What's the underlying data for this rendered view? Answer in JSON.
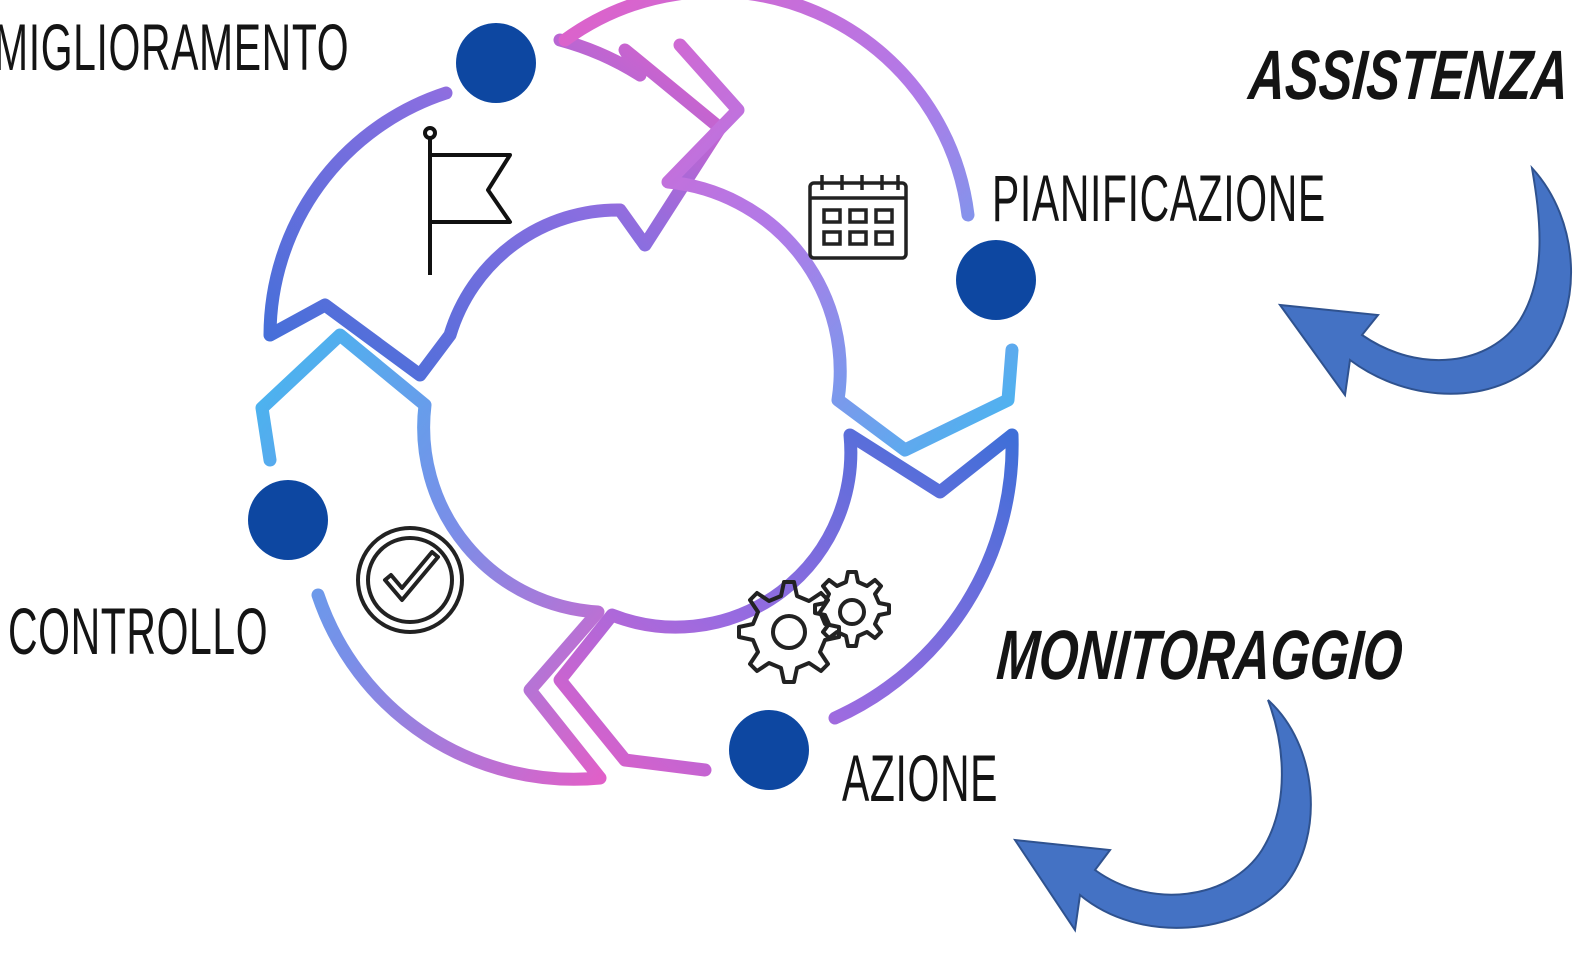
{
  "diagram": {
    "stages": [
      {
        "id": "miglioramento",
        "label": "MIGLIORAMENTO",
        "icon": "flag-icon"
      },
      {
        "id": "pianificazione",
        "label": "PIANIFICAZIONE",
        "icon": "calendar-icon"
      },
      {
        "id": "azione",
        "label": "AZIONE",
        "icon": "gears-icon"
      },
      {
        "id": "controllo",
        "label": "CONTROLLO",
        "icon": "check-circle-icon"
      }
    ],
    "annotations": [
      {
        "id": "assistenza",
        "label": "ASSISTENZA",
        "icon": "curved-arrow-icon"
      },
      {
        "id": "monitoraggio",
        "label": "MONITORAGGIO",
        "icon": "curved-arrow-icon"
      }
    ],
    "colors": {
      "node": "#0d47a1",
      "arrow_blue": "#4472c4",
      "arrow_blue_edge": "#2f528f",
      "ring_pink": "#e060c8",
      "ring_violet": "#9b6be0",
      "ring_blue": "#3f6fd8",
      "ring_cyan": "#45b8f0"
    }
  }
}
